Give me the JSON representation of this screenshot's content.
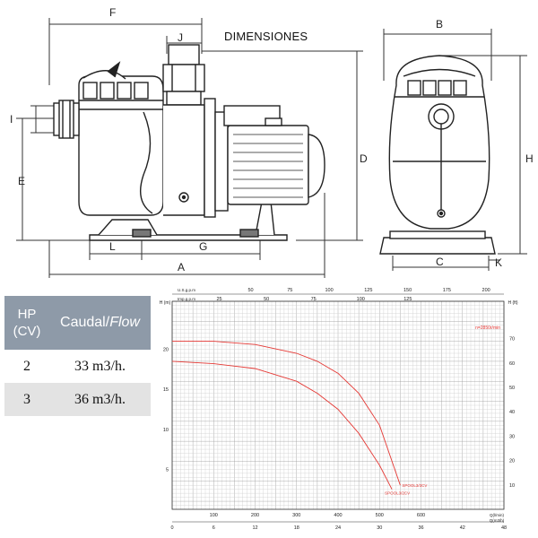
{
  "title": "DIMENSIONES",
  "dimensions": {
    "F": "F",
    "J": "J",
    "B": "B",
    "I": "I",
    "E": "E",
    "D": "D",
    "H": "H",
    "L": "L",
    "G": "G",
    "A": "A",
    "C": "C",
    "K": "K"
  },
  "specs": {
    "hp_line1": "HP",
    "hp_line2": "(CV)",
    "flow_label": "Caudal/",
    "flow_label_en": "Flow",
    "rows": [
      {
        "hp": "2",
        "flow": "33 m3/h."
      },
      {
        "hp": "3",
        "flow": "36 m3/h."
      }
    ]
  },
  "colors": {
    "header_bg": "#8e9aa8",
    "alt_row": "#e3e3e3",
    "curve": "#e53935"
  },
  "chart_data": {
    "type": "line",
    "top_axis_1": {
      "label": "U.S.g.p.m",
      "ticks": [
        "50",
        "75",
        "100",
        "125",
        "150",
        "175",
        "200"
      ]
    },
    "top_axis_2": {
      "label": "Imp.g.p.m",
      "ticks": [
        "25",
        "50",
        "75",
        "100",
        "125"
      ]
    },
    "left_axis": {
      "label": "H (m)",
      "ticks": [
        "5",
        "10",
        "15",
        "20"
      ],
      "ylim": [
        0,
        26
      ]
    },
    "right_axis": {
      "label": "H (ft)",
      "ticks": [
        "10",
        "20",
        "30",
        "40",
        "50",
        "60",
        "70"
      ]
    },
    "bottom_axis_1": {
      "label": "Q(l/min)",
      "ticks": [
        "100",
        "200",
        "300",
        "400",
        "500",
        "600"
      ],
      "xlim": [
        0,
        800
      ]
    },
    "bottom_axis_2": {
      "label": "Q(m3/h)",
      "ticks": [
        "0",
        "6",
        "12",
        "18",
        "24",
        "30",
        "36",
        "42",
        "48"
      ]
    },
    "speed_label": "n=2850r/min",
    "series": [
      {
        "name": "SPOOL3/3CV",
        "x": [
          0,
          100,
          200,
          300,
          350,
          400,
          450,
          500,
          550
        ],
        "y": [
          21,
          21,
          20.6,
          19.5,
          18.5,
          17,
          14.5,
          10.5,
          3
        ]
      },
      {
        "name": "SPOOL3/2CV",
        "x": [
          0,
          100,
          200,
          300,
          350,
          400,
          450,
          500,
          530
        ],
        "y": [
          18.5,
          18.2,
          17.6,
          16,
          14.5,
          12.5,
          9.5,
          5.5,
          2.5
        ]
      }
    ]
  }
}
